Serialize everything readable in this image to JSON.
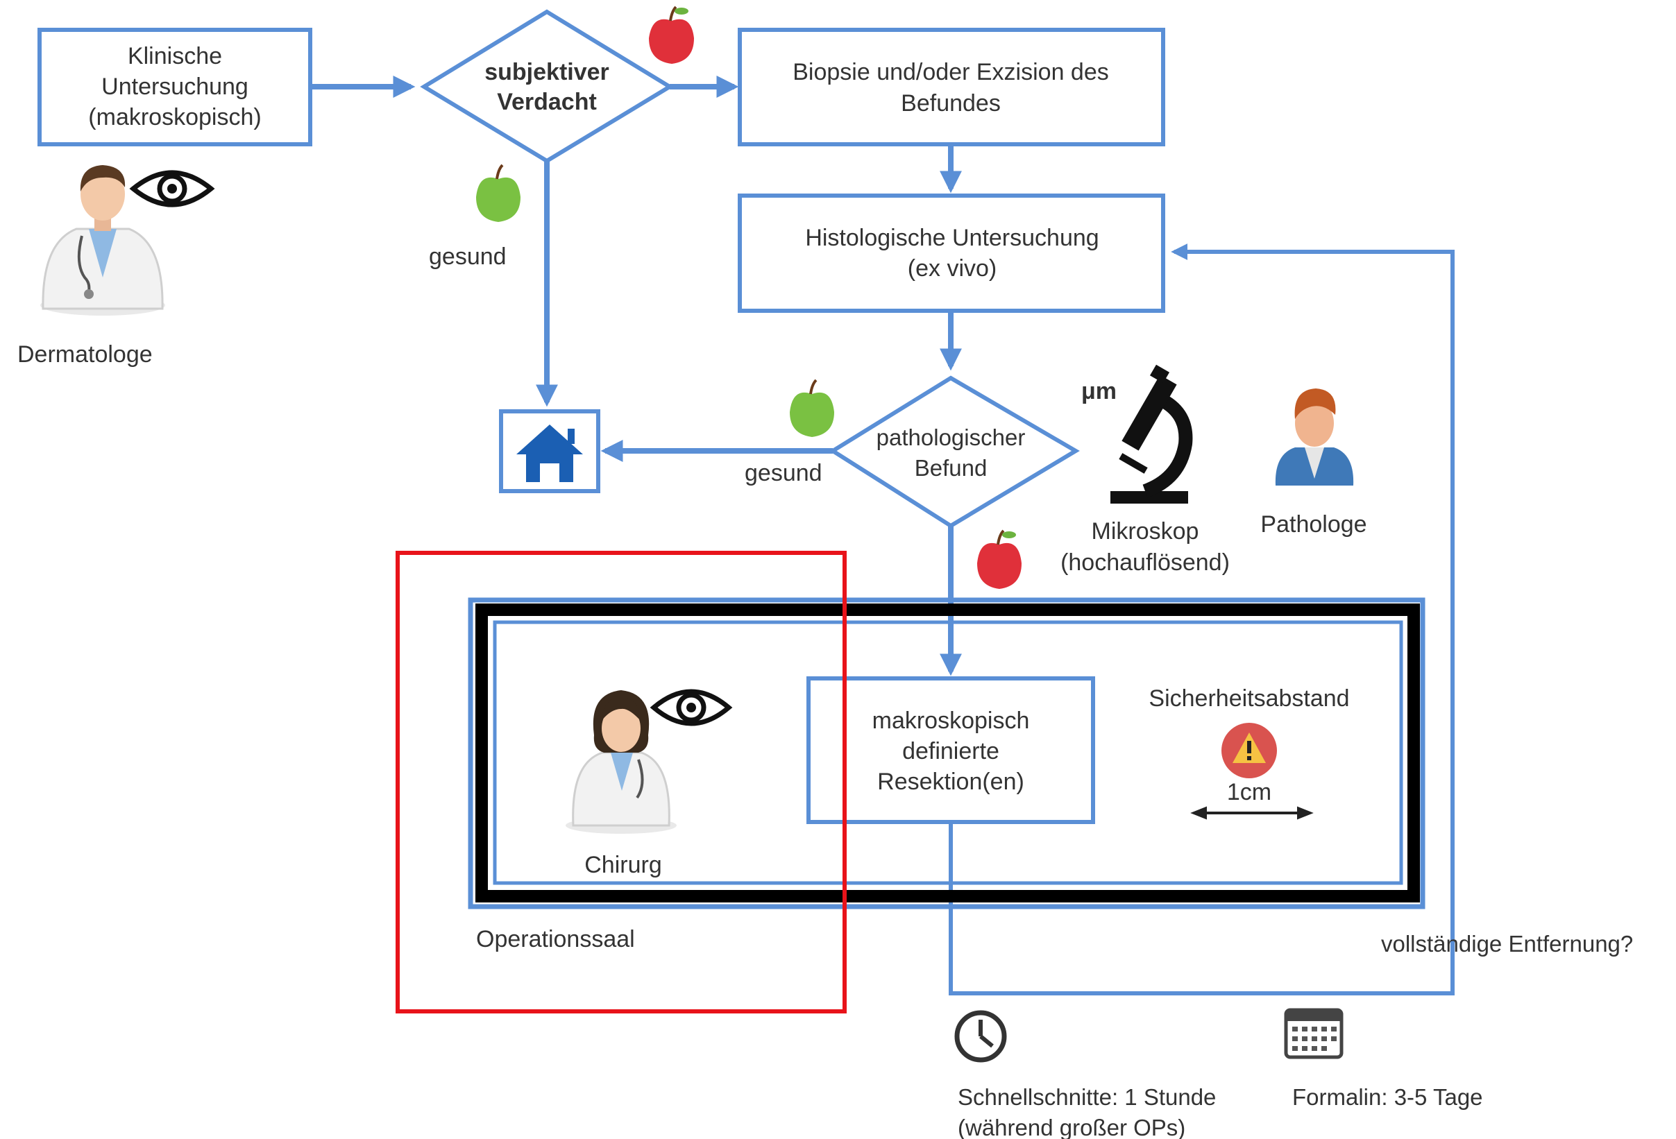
{
  "colors": {
    "flow": "#5a8fd6",
    "text": "#333333",
    "highlight": "#e8131a",
    "frame_dark": "#000000",
    "apple_red": "#e0303a",
    "apple_green": "#7ac142",
    "warning": "#d9534f"
  },
  "nodes": {
    "clinical_exam": {
      "line1": "Klinische",
      "line2": "Untersuchung",
      "line3": "(makroskopisch)"
    },
    "suspicion": {
      "line1": "subjektiver",
      "line2": "Verdacht"
    },
    "biopsy": {
      "line1": "Biopsie und/oder Exzision des",
      "line2": "Befundes"
    },
    "histology": {
      "line1": "Histologische Untersuchung",
      "line2": "(ex vivo)"
    },
    "pathology_finding": {
      "line1": "pathologischer",
      "line2": "Befund"
    },
    "resection": {
      "line1": "makroskopisch",
      "line2": "definierte",
      "line3": "Resektion(en)"
    },
    "home": {
      "icon": "home-icon"
    }
  },
  "labels": {
    "healthy_1": "gesund",
    "healthy_2": "gesund",
    "dermatologist": "Dermatologe",
    "microscope_unit": "μm",
    "microscope_line1": "Mikroskop",
    "microscope_line2": "(hochauflösend)",
    "pathologist": "Pathologe",
    "surgeon": "Chirurg",
    "safety_margin": "Sicherheitsabstand",
    "margin_value": "1cm",
    "operating_room": "Operationssaal",
    "complete_removal": "vollständige Entfernung?",
    "frozen_line1": "Schnellschnitte: 1 Stunde",
    "frozen_line2": "(während großer OPs)",
    "formalin": "Formalin: 3-5 Tage"
  },
  "icons": [
    "doctor-male-icon",
    "eye-icon",
    "apple-red-icon",
    "apple-green-icon",
    "microscope-icon",
    "pathologist-icon",
    "doctor-female-icon",
    "warning-icon",
    "clock-icon",
    "calendar-icon",
    "home-icon"
  ]
}
